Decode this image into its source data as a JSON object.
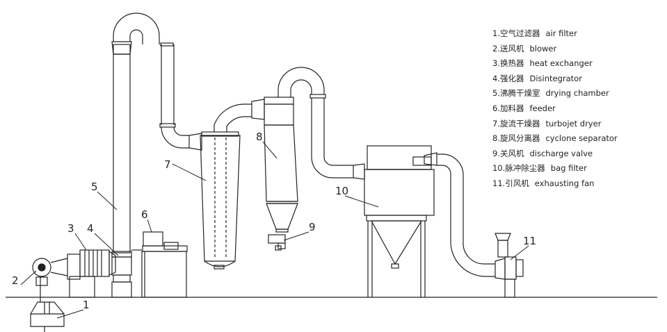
{
  "legend": [
    {
      "zh": "1.空气过滤器",
      "en": "air filter"
    },
    {
      "zh": "2.送风机",
      "en": "blower"
    },
    {
      "zh": "3.换热器",
      "en": "heat exchanger"
    },
    {
      "zh": "4.强化器",
      "en": "Disintegrator"
    },
    {
      "zh": "5.沸腾干燥室",
      "en": "drying chamber"
    },
    {
      "zh": "6.加料器",
      "en": "feeder"
    },
    {
      "zh": "7.旋流干燥器",
      "en": "turbojet dryer"
    },
    {
      "zh": "8.旋风分离器",
      "en": "cyclone separator"
    },
    {
      "zh": "9.关风机",
      "en": "discharge valve"
    },
    {
      "zh": "10.脉冲除尘器",
      "en": "bag filter"
    },
    {
      "zh": "11.引风机",
      "en": "exhausting fan"
    }
  ],
  "callouts": {
    "n1": "1",
    "n2": "2",
    "n3": "3",
    "n4": "4",
    "n5": "5",
    "n6": "6",
    "n7": "7",
    "n8": "8",
    "n9": "9",
    "n10": "10",
    "n11": "11"
  }
}
